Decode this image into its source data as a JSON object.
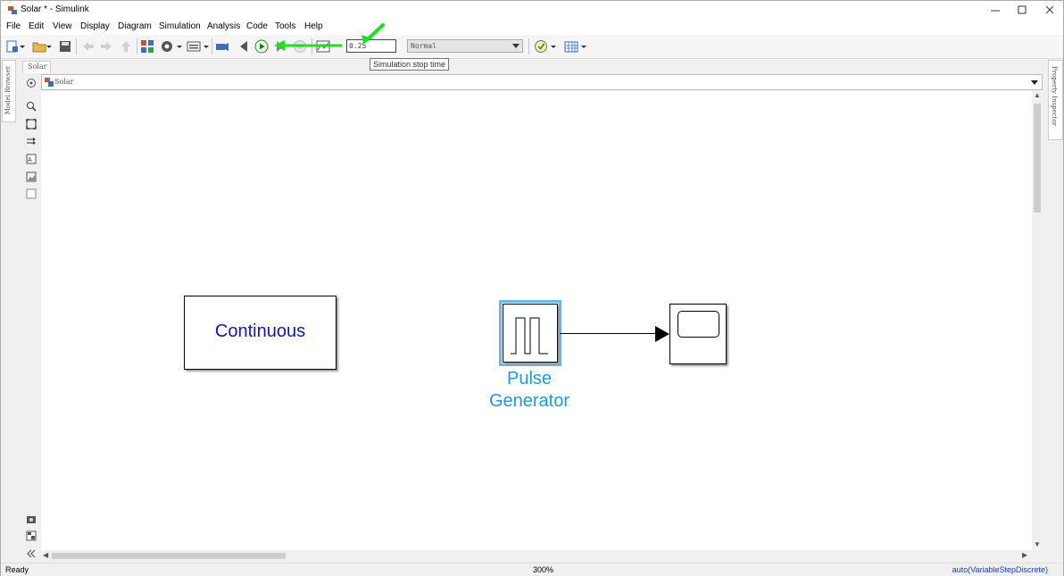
{
  "window": {
    "title": "Solar * - Simulink"
  },
  "menu": [
    "File",
    "Edit",
    "View",
    "Display",
    "Diagram",
    "Simulation",
    "Analysis",
    "Code",
    "Tools",
    "Help"
  ],
  "toolbar": {
    "stop_time": "0.25",
    "sim_mode": "Normal",
    "tooltip": "Simulation stop time"
  },
  "left_panel": {
    "model_browser_label": "Model Browser"
  },
  "right_panel": {
    "property_inspector_label": "Property Inspector"
  },
  "tabs": {
    "model_tab": "Solar"
  },
  "breadcrumb": {
    "path": "Solar"
  },
  "diagram": {
    "blocks": {
      "continuous_label": "Continuous",
      "pulse_label": "Pulse Generator"
    }
  },
  "status": {
    "ready": "Ready",
    "zoom": "300%",
    "solver": "auto(VariableStepDiscrete)"
  },
  "colors": {
    "accent_arrow": "#22dd22",
    "pulse_label": "#1f9ad8",
    "continuous_label": "#1515b3",
    "selection": "#6fb5e3"
  }
}
